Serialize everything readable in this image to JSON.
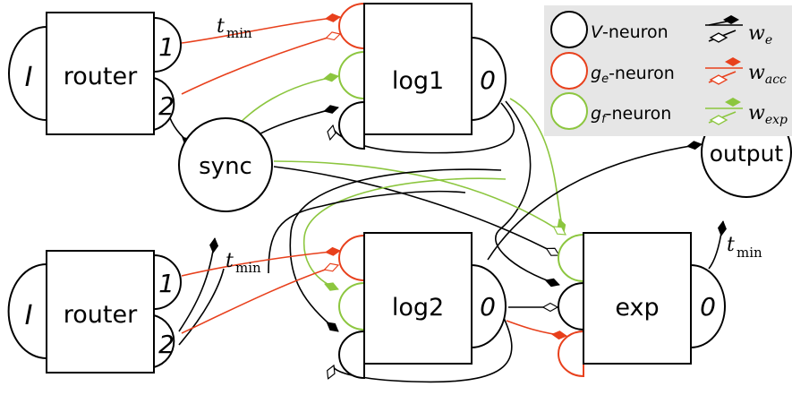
{
  "colors": {
    "v_neuron": "#000000",
    "ge_neuron": "#e8401c",
    "gf_neuron": "#8cc63f",
    "legend_bg": "#e6e6e6"
  },
  "legend": {
    "v_neuron_label": "V-neuron",
    "v_neuron_letter": "V",
    "v_neuron_suffix": "-neuron",
    "ge_neuron_letter": "g",
    "ge_neuron_sub": "e",
    "ge_neuron_suffix": "-neuron",
    "gf_neuron_letter": "g",
    "gf_neuron_sub": "f",
    "gf_neuron_suffix": "-neuron",
    "we_sym": "w",
    "we_sub": "e",
    "wacc_sym": "w",
    "wacc_sub": "acc",
    "wexp_sym": "w",
    "wexp_sub": "exp"
  },
  "modules": {
    "router_top": {
      "title": "router",
      "input": "I",
      "out1": "1",
      "out2": "2"
    },
    "router_bottom": {
      "title": "router",
      "input": "I",
      "out1": "1",
      "out2": "2"
    },
    "log1": {
      "title": "log1",
      "out": "0"
    },
    "log2": {
      "title": "log2",
      "out": "0"
    },
    "exp": {
      "title": "exp",
      "out": "0"
    }
  },
  "neurons": {
    "sync": "sync",
    "output": "output"
  },
  "annotations": {
    "tmin_sym": "t",
    "tmin_sub": "min"
  }
}
